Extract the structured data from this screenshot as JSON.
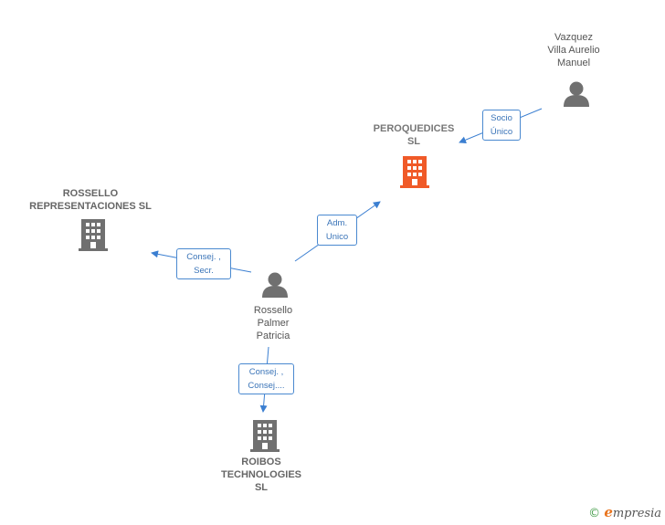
{
  "colors": {
    "edge": "#3b7fd1",
    "building_main": "#f05a28",
    "building": "#707070",
    "person": "#707070"
  },
  "nodes": {
    "peroquedices": {
      "label": "PEROQUEDICES\nSL",
      "icon": "building-icon"
    },
    "vazquez": {
      "label": "Vazquez\nVilla Aurelio\nManuel",
      "icon": "person-icon"
    },
    "rossello_rep": {
      "label": "ROSSELLO\nREPRESENTACIONES SL",
      "icon": "building-icon"
    },
    "rossello_palmer": {
      "label": "Rossello\nPalmer\nPatricia",
      "icon": "person-icon"
    },
    "roibos": {
      "label": "ROIBOS\nTECHNOLOGIES\nSL",
      "icon": "building-icon"
    }
  },
  "edges": {
    "vazquez_peroquedices": "Socio\nÚnico",
    "palmer_peroquedices": "Adm.\nUnico",
    "palmer_rep": "Consej. ,\nSecr.",
    "palmer_roibos": "Consej. ,\nConsej...."
  },
  "footer": {
    "copyright": "©",
    "brand_initial": "e",
    "brand_rest": "mpresia"
  }
}
